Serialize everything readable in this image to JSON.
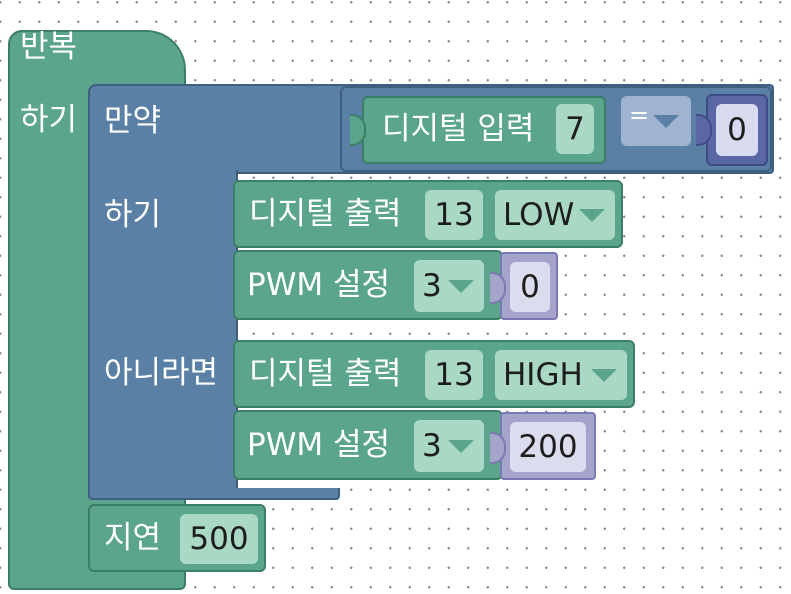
{
  "repeat_block": {
    "title": "반복",
    "do_label": "하기"
  },
  "if_block": {
    "if_label": "만약",
    "then_label": "하기",
    "else_label": "아니라면"
  },
  "condition": {
    "read_label": "디지털 입력",
    "read_pin": "7",
    "operator": "=",
    "compare_value": "0"
  },
  "then_blocks": {
    "digital_write": {
      "label": "디지털 출력",
      "pin": "13",
      "state": "LOW"
    },
    "pwm": {
      "label": "PWM 설정",
      "pin": "3",
      "value": "0"
    }
  },
  "else_blocks": {
    "digital_write": {
      "label": "디지털 출력",
      "pin": "13",
      "state": "HIGH"
    },
    "pwm": {
      "label": "PWM 설정",
      "pin": "3",
      "value": "200"
    }
  },
  "delay_block": {
    "label": "지연",
    "value": "500"
  },
  "colors": {
    "control": "#5ba58c",
    "logic": "#5b80a5",
    "math": "#a5a5cc",
    "compare_block": "#5b67a5"
  }
}
